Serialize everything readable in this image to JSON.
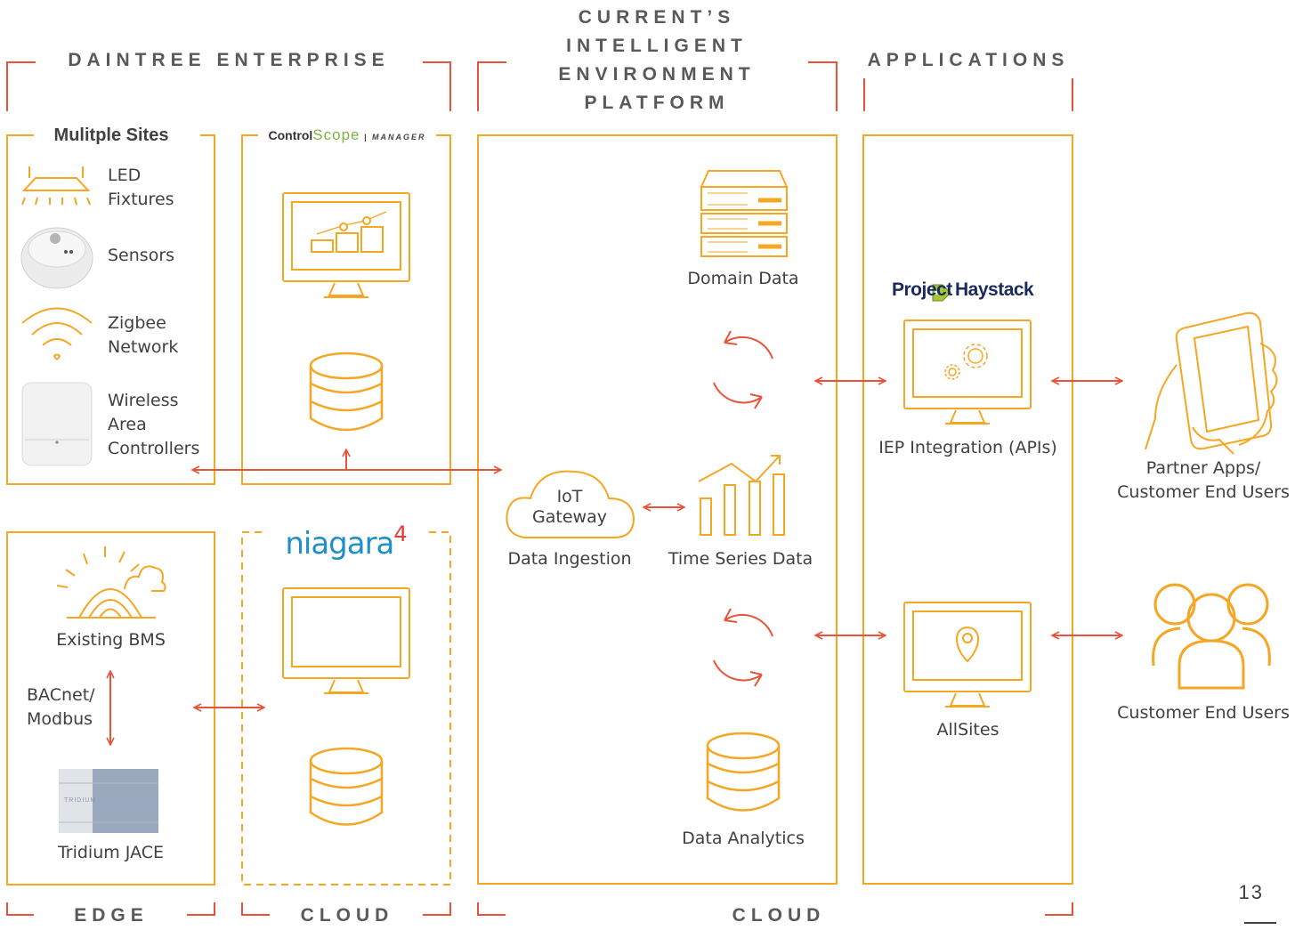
{
  "colors": {
    "orange": "#F5A623",
    "red": "#E8533A",
    "text": "#404040",
    "heading": "#595959",
    "navy": "#1B2A5E",
    "niagara_blue": "#1E90C8",
    "niagara_red": "#E23A3A",
    "tag_green": "#A4C639"
  },
  "headers": {
    "daintree": "DAINTREE ENTERPRISE",
    "iep": "CURRENT’S\nINTELLIGENT\nENVIRONMENT\nPLATFORM",
    "applications": "APPLICATIONS",
    "edge": "EDGE",
    "cloud_left": "CLOUD",
    "cloud_right": "CLOUD"
  },
  "sites": {
    "title": "Mulitple Sites",
    "led": "LED\nFixtures",
    "sensors": "Sensors",
    "zigbee": "Zigbee\nNetwork",
    "wireless": "Wireless\nArea\nControllers"
  },
  "controlscope": {
    "brand_a": "Control",
    "brand_b": "Scope",
    "brand_c": "| MANAGER"
  },
  "niagara": {
    "word": "niagara",
    "sup": "4"
  },
  "edge": {
    "bms": "Existing BMS",
    "protocol": "BACnet/\nModbus",
    "jace": "Tridium JACE",
    "device_label": "TRIDIUM"
  },
  "iep": {
    "domain_data": "Domain Data",
    "gateway": "IoT\nGateway",
    "ingestion": "Data Ingestion",
    "time_series": "Time Series Data",
    "analytics": "Data Analytics"
  },
  "apps": {
    "haystack_a": "Project",
    "haystack_b": "Haystack",
    "integration": "IEP Integration (APIs)",
    "allsites": "AllSites"
  },
  "users": {
    "partner": "Partner Apps/\nCustomer End Users",
    "customers": "Customer End Users"
  },
  "page_number": "13"
}
